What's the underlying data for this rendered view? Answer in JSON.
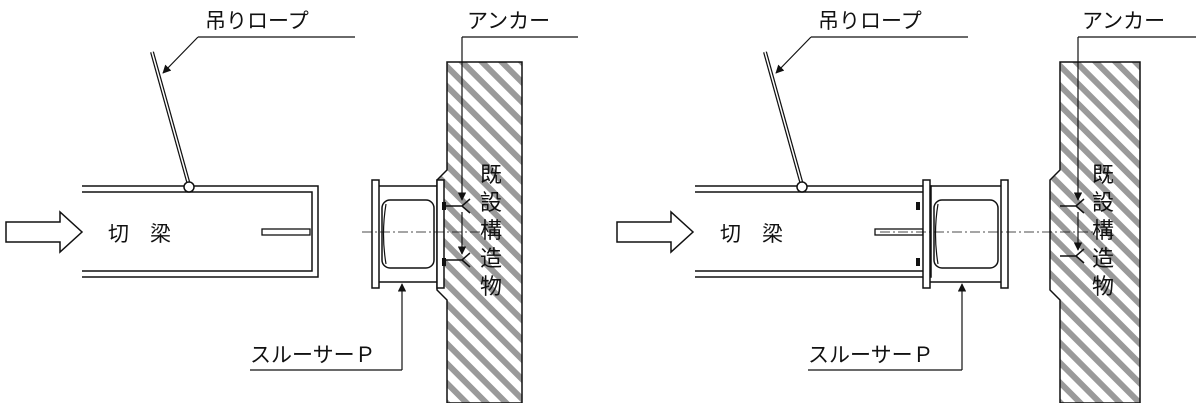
{
  "panels": [
    {
      "label_rope": "吊りロープ",
      "label_anchor": "アンカー",
      "label_beam": "切　梁",
      "label_structure": [
        "既",
        "設",
        "構",
        "造",
        "物"
      ],
      "label_spacer": "スルーサーＰ"
    },
    {
      "label_rope": "吊りロープ",
      "label_anchor": "アンカー",
      "label_beam": "切　梁",
      "label_structure": [
        "既",
        "設",
        "構",
        "造",
        "物"
      ],
      "label_spacer": "スルーサーＰ"
    }
  ],
  "colors": {
    "line": "#111111",
    "hatch": "#9a9a9a",
    "background": "#ffffff"
  }
}
